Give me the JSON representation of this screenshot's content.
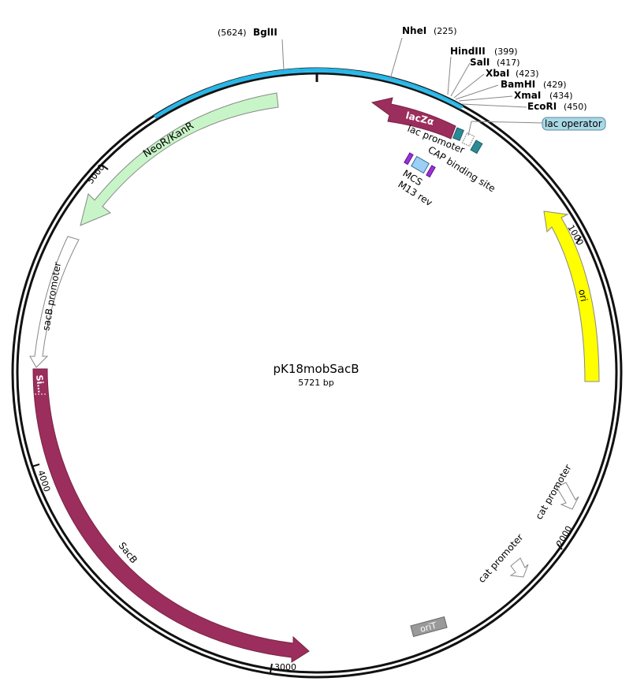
{
  "plasmid": {
    "name": "pK18mobSacB",
    "length_label": "5721 bp",
    "length": 5721
  },
  "colors": {
    "backbone": "#111111",
    "mcs_band": "#29b6e6",
    "lacZa": "#9b2e5c",
    "sacB": "#9b2e5c",
    "neoR": "#c8f5c8",
    "ori": "#ffff00",
    "promoter": "#ffffff",
    "oriT": "#9a9a9a",
    "lac_operator": "#a9d8e6",
    "lac_small": "#2a8a95",
    "mcs_box": "#9ccff4",
    "m13": "#9b30d8"
  },
  "ticks": [
    {
      "bp": 1000,
      "label": "1000"
    },
    {
      "bp": 2000,
      "label": "2000"
    },
    {
      "bp": 3000,
      "label": "3000"
    },
    {
      "bp": 4000,
      "label": "4000"
    },
    {
      "bp": 5000,
      "label": "5000"
    }
  ],
  "sites": [
    {
      "name": "BglII",
      "pos": "(5624)"
    },
    {
      "name": "NheI",
      "pos": "(225)"
    },
    {
      "name": "HindIII",
      "pos": "(399)"
    },
    {
      "name": "SalI",
      "pos": "(417)"
    },
    {
      "name": "XbaI",
      "pos": "(423)"
    },
    {
      "name": "BamHI",
      "pos": "(429)"
    },
    {
      "name": "XmaI",
      "pos": "(434)"
    },
    {
      "name": "EcoRI",
      "pos": "(450)"
    }
  ],
  "features": {
    "lacZa": "lacZα",
    "lac_promoter": "lac promoter",
    "cap_binding_site": "CAP binding site",
    "mcs": "MCS",
    "m13_rev": "M13 rev",
    "lac_operator": "lac operator",
    "ori": "ori",
    "cat_promoter_1": "cat promoter",
    "cat_promoter_2": "cat promoter",
    "oriT": "oriT",
    "sacB": "SacB",
    "sacB_signal": "Si…",
    "sacB_promoter": "sacB promoter",
    "neoR": "NeoR/KanR"
  }
}
